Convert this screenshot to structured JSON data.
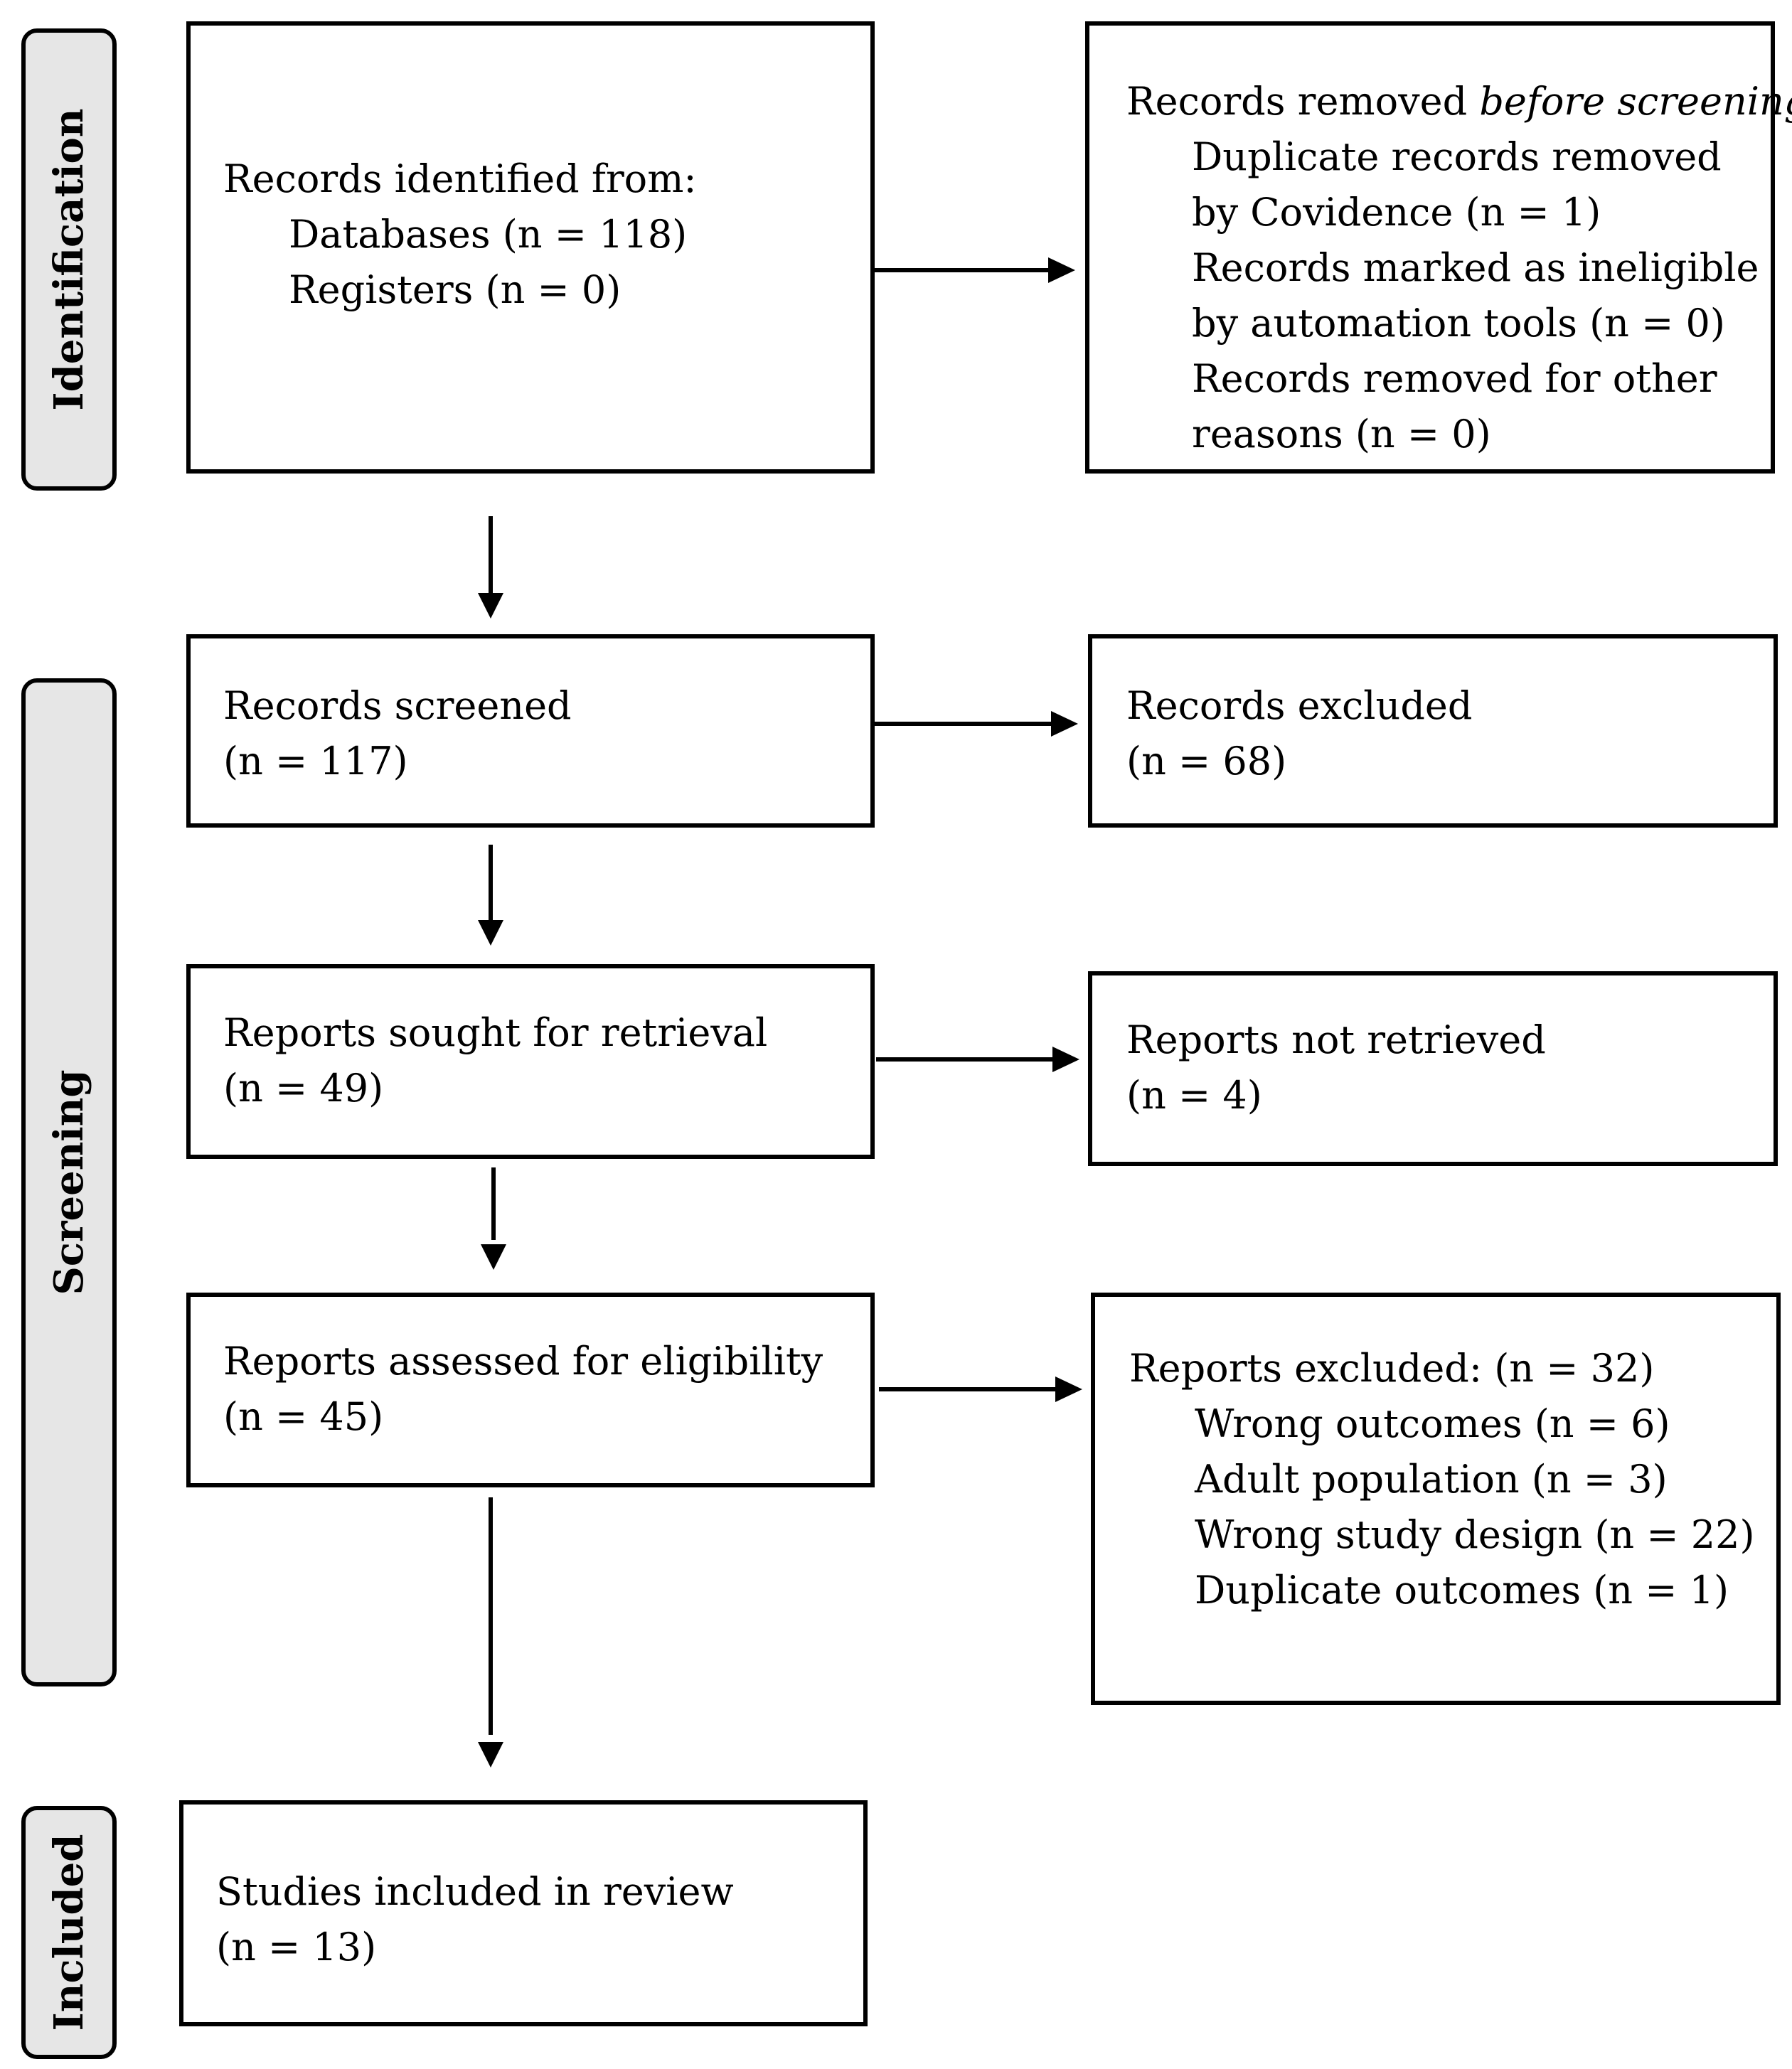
{
  "phases": {
    "identification": "Identification",
    "screening": "Screening",
    "included": "Included"
  },
  "identified": {
    "heading": "Records identified from:",
    "databases": "Databases (n = 118)",
    "registers": "Registers (n = 0)"
  },
  "removed": {
    "heading_prefix": "Records removed ",
    "heading_italic": "before screening",
    "heading_suffix": ":",
    "items": [
      "Duplicate records removed",
      "by Covidence (n = 1)",
      "Records marked as ineligible",
      "by automation tools (n = 0)",
      "Records removed for other",
      "reasons (n = 0)"
    ]
  },
  "screened": {
    "title": "Records screened",
    "count": "(n = 117)"
  },
  "excluded_records": {
    "title": "Records excluded",
    "count": "(n = 68)"
  },
  "sought": {
    "title": "Reports sought for retrieval",
    "count": "(n = 49)"
  },
  "not_retrieved": {
    "title": "Reports not retrieved",
    "count": "(n = 4)"
  },
  "assessed": {
    "title": "Reports assessed for eligibility",
    "count": "(n = 45)"
  },
  "excluded_reports": {
    "heading": "Reports excluded: (n = 32)",
    "items": [
      "Wrong outcomes (n = 6)",
      "Adult population (n = 3)",
      "Wrong study design (n = 22)",
      "Duplicate outcomes (n = 1)"
    ]
  },
  "included": {
    "title": "Studies included in review",
    "count": "(n = 13)"
  }
}
